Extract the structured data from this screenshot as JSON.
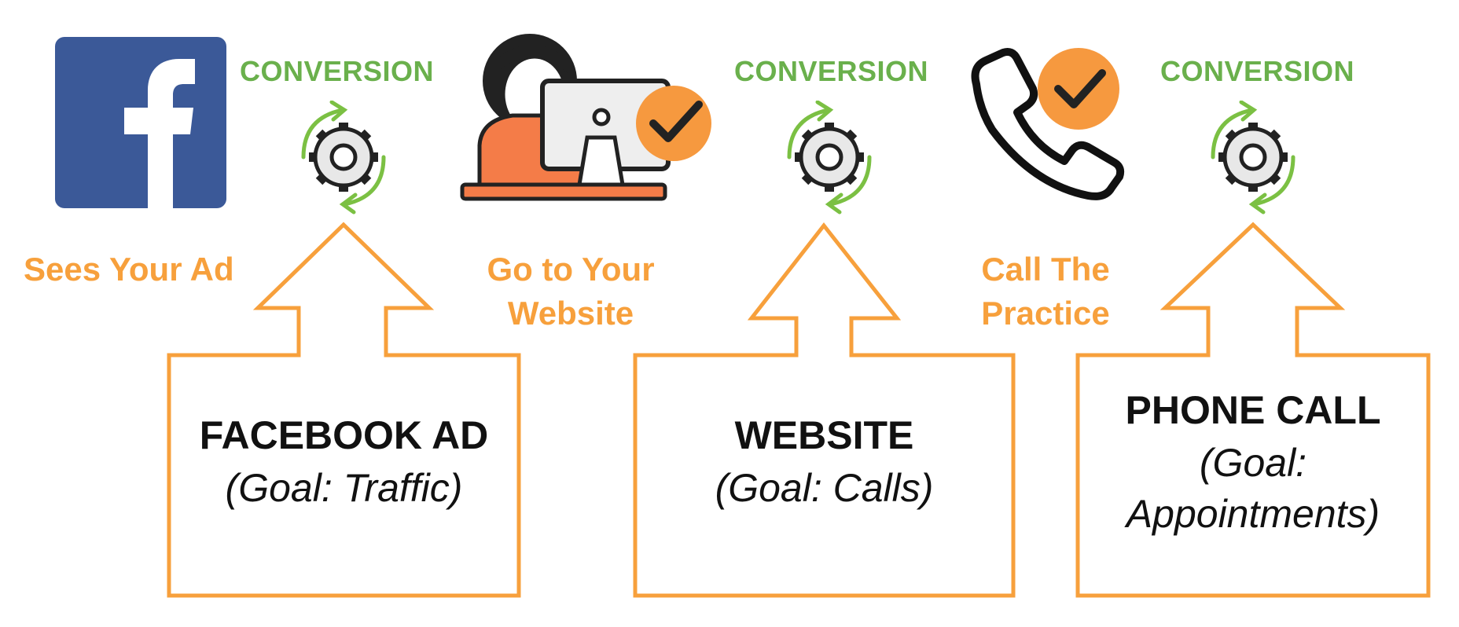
{
  "conversion_label": "CONVERSION",
  "steps": [
    {
      "icon": "facebook-logo-icon",
      "caption": "Sees Your Ad",
      "box_title": "FACEBOOK AD",
      "box_goal": "(Goal: Traffic)"
    },
    {
      "icon": "person-at-computer-icon",
      "caption_line1": "Go to Your",
      "caption_line2": "Website",
      "box_title": "WEBSITE",
      "box_goal": "(Goal: Calls)"
    },
    {
      "icon": "phone-check-icon",
      "caption_line1": "Call The",
      "caption_line2": "Practice",
      "box_title": "PHONE CALL",
      "box_goal_line1": "(Goal:",
      "box_goal_line2": "Appointments)"
    }
  ],
  "colors": {
    "orange": "#f7a03c",
    "green": "#6ab04c",
    "facebook_blue": "#3b5998",
    "text": "#111111"
  }
}
